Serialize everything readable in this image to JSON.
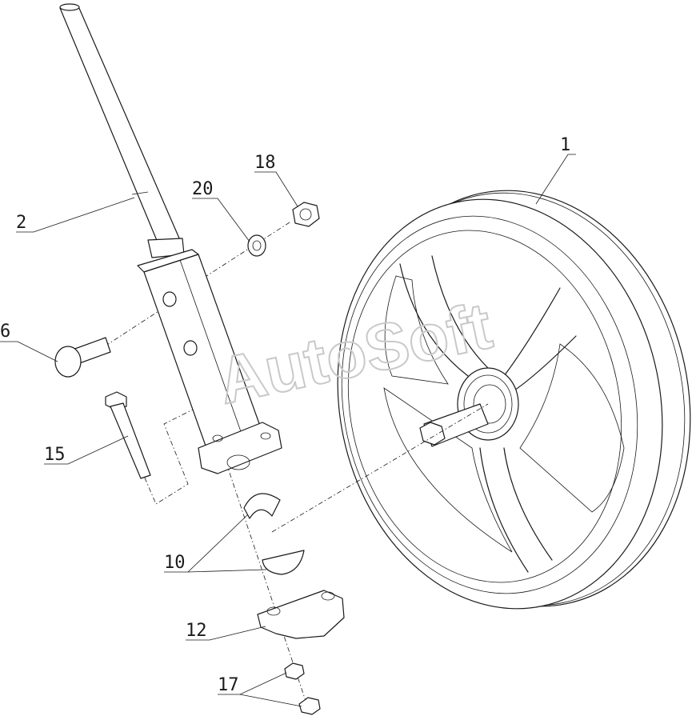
{
  "labels": {
    "p1": "1",
    "p2": "2",
    "p6": "6",
    "p10": "10",
    "p12": "12",
    "p15": "15",
    "p17": "17",
    "p18": "18",
    "p20": "20"
  },
  "watermark": "AutoSoft",
  "colors": {
    "ink": "#1a1a1a",
    "watermark": "#c9c9c9",
    "background": "#ffffff"
  }
}
